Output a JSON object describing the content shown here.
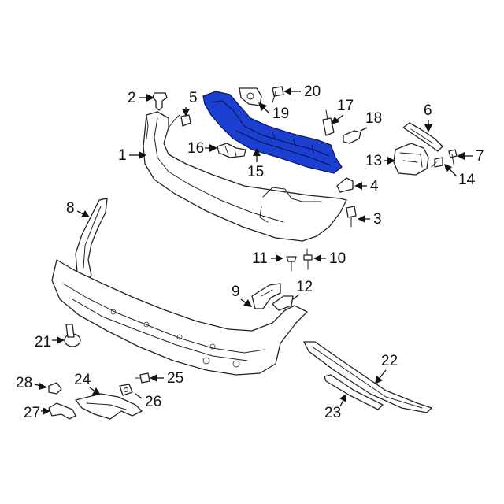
{
  "colors": {
    "highlight": "#1b3fd0",
    "highlight_dark": "#0d2a9c",
    "line": "#222222",
    "background": "#ffffff"
  },
  "callouts": {
    "c1": "1",
    "c2": "2",
    "c3": "3",
    "c4": "4",
    "c5": "5",
    "c6": "6",
    "c7": "7",
    "c8": "8",
    "c9": "9",
    "c10": "10",
    "c11": "11",
    "c12": "12",
    "c13": "13",
    "c14": "14",
    "c15": "15",
    "c16": "16",
    "c17": "17",
    "c18": "18",
    "c19": "19",
    "c20": "20",
    "c21": "21",
    "c22": "22",
    "c23": "23",
    "c24": "24",
    "c25": "25",
    "c26": "26",
    "c27": "27",
    "c28": "28"
  }
}
